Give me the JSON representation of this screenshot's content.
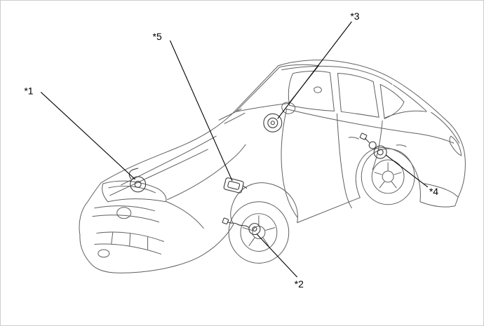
{
  "page": {
    "background_color": "#ffffff",
    "border_color": "#cccccc"
  },
  "diagram": {
    "description": "Line drawing of a sedan in front three-quarter view with numbered callouts marking component locations",
    "drawing_color": "#5f5f5f",
    "component_color": "#3c3c3c",
    "callout_color": "#000000",
    "callouts": [
      {
        "label": "*1"
      },
      {
        "label": "*2"
      },
      {
        "label": "*3"
      },
      {
        "label": "*4"
      },
      {
        "label": "*5"
      }
    ]
  }
}
